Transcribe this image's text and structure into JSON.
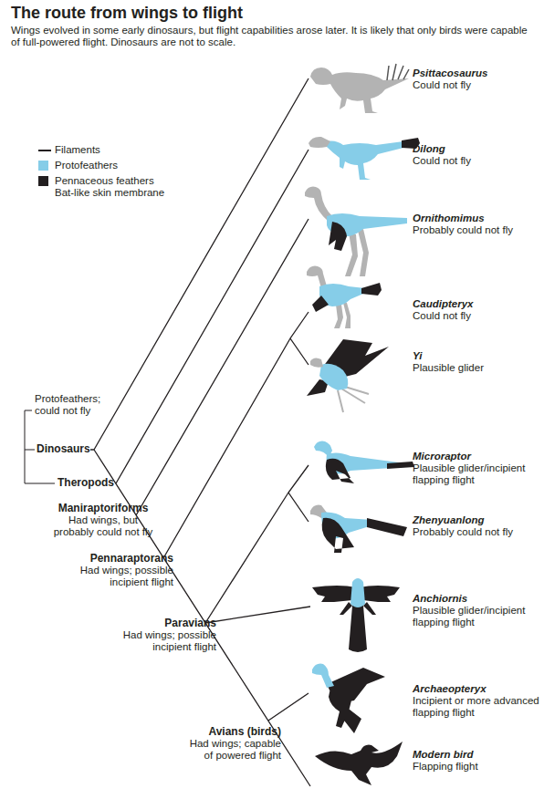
{
  "diagram": {
    "title": "The route from wings to flight",
    "caption": "Wings evolved in some early dinosaurs, but flight capabilities arose later. It is likely that only birds were capable of full-powered flight. Dinosaurs are not to scale.",
    "labels": [
      "Psittacosaurus",
      "Could not fly",
      "Dilong",
      "Could not fly",
      "Ornithomimus",
      "Probably could not fly",
      "Caudipteryx",
      "Could not fly",
      "Yi",
      "Plausible glider",
      "Microraptor",
      "Plausible glider/incipient flapping flight",
      "Zhenyuanlong",
      "Probably could not fly",
      "Anchiornis",
      "Plausible glider/incipient flapping flight",
      "Archaeopteryx",
      "Incipient or more advanced flapping flight",
      "Modern bird",
      "Flapping flight",
      "Protofeathers; could not fly",
      "Dinosaurs",
      "Theropods",
      "Maniraptoriforms",
      "Had wings, but probably could not fly",
      "Pennaraptorans",
      "Had wings; possible incipient flight",
      "Paravians",
      "Had wings; possible incipient flight",
      "Avians (birds)",
      "Had wings; capable of powered flight",
      "Bat-like skin membrane"
    ],
    "legend": [
      {
        "text": "Filaments"
      },
      {
        "text": "Protofeathers",
        "color": "#86cde8"
      },
      {
        "text": "Pennaceous feathers",
        "color": "#231f20"
      }
    ]
  }
}
